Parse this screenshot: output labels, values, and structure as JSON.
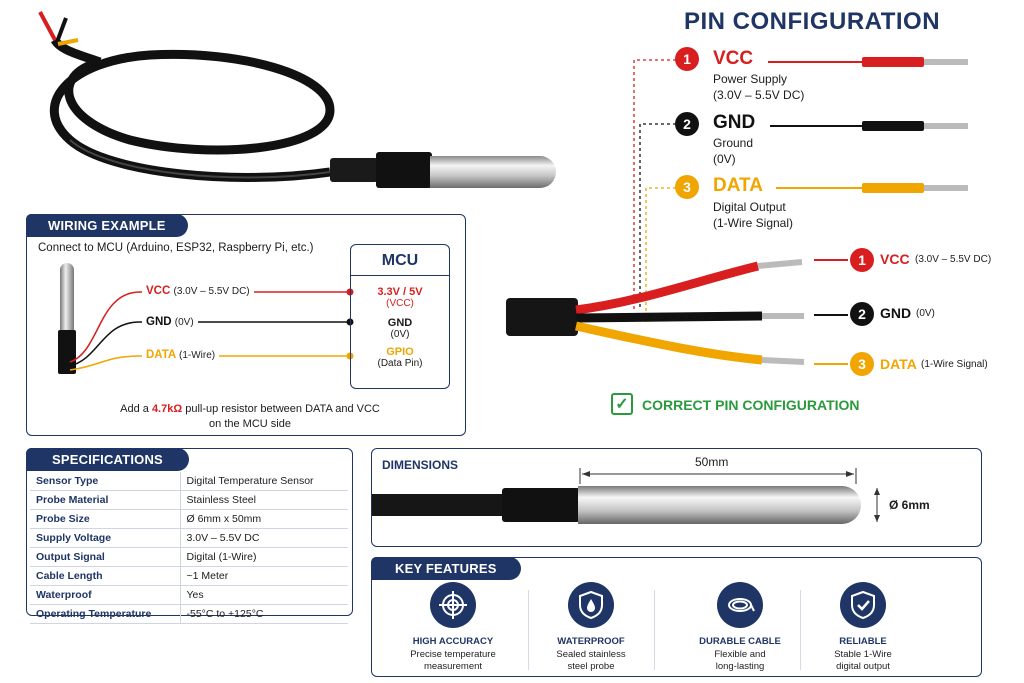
{
  "pin_config": {
    "title": "PIN CONFIGURATION",
    "pins": [
      {
        "num": "1",
        "name": "VCC",
        "desc": "Power Supply",
        "detail": "(3.0V – 5.5V DC)",
        "wire_detail": "(3.0V – 5.5V DC)",
        "color": "#d81e1e"
      },
      {
        "num": "2",
        "name": "GND",
        "desc": "Ground",
        "detail": "(0V)",
        "wire_detail": "(0V)",
        "color": "#111111"
      },
      {
        "num": "3",
        "name": "DATA",
        "desc": "Digital Output",
        "detail": "(1-Wire Signal)",
        "wire_detail": "(1-Wire Signal)",
        "color": "#f0a500"
      }
    ],
    "correct_label": "CORRECT PIN CONFIGURATION"
  },
  "wiring": {
    "title": "WIRING EXAMPLE",
    "intro": "Connect to MCU (Arduino, ESP32, Raspberry Pi, etc.)",
    "lines": [
      {
        "name": "VCC",
        "detail": "(3.0V – 5.5V DC)"
      },
      {
        "name": "GND",
        "detail": "(0V)"
      },
      {
        "name": "DATA",
        "detail": "(1-Wire)"
      }
    ],
    "mcu": {
      "title": "MCU",
      "vcc": "3.3V / 5V",
      "vcc_sub": "(VCC)",
      "gnd": "GND",
      "gnd_sub": "(0V)",
      "gpio": "GPIO",
      "gpio_sub": "(Data Pin)"
    },
    "note_prefix": "Add a",
    "note_value": "4.7kΩ",
    "note_suffix": "pull-up resistor between DATA and VCC",
    "note_line2": "on the MCU side"
  },
  "specifications": {
    "title": "SPECIFICATIONS",
    "rows": [
      {
        "key": "Sensor Type",
        "value": "Digital Temperature Sensor"
      },
      {
        "key": "Probe Material",
        "value": "Stainless Steel"
      },
      {
        "key": "Probe Size",
        "value": "Ø 6mm x 50mm"
      },
      {
        "key": "Supply Voltage",
        "value": "3.0V – 5.5V DC"
      },
      {
        "key": "Output Signal",
        "value": "Digital (1-Wire)"
      },
      {
        "key": "Cable Length",
        "value": "~1 Meter"
      },
      {
        "key": "Waterproof",
        "value": "Yes"
      },
      {
        "key": "Operating Temperature",
        "value": "-55°C to +125°C"
      }
    ]
  },
  "dimensions": {
    "title": "DIMENSIONS",
    "length": "50mm",
    "diameter": "Ø 6mm"
  },
  "features": {
    "title": "KEY FEATURES",
    "items": [
      {
        "icon": "crosshair-icon",
        "title": "HIGH ACCURACY",
        "line1": "Precise temperature",
        "line2": "measurement"
      },
      {
        "icon": "water-drop-shield-icon",
        "title": "WATERPROOF",
        "line1": "Sealed stainless",
        "line2": "steel probe"
      },
      {
        "icon": "cable-coil-icon",
        "title": "DURABLE CABLE",
        "line1": "Flexible and",
        "line2": "long-lasting"
      },
      {
        "icon": "check-shield-icon",
        "title": "RELIABLE",
        "line1": "Stable 1-Wire",
        "line2": "digital output"
      }
    ]
  }
}
